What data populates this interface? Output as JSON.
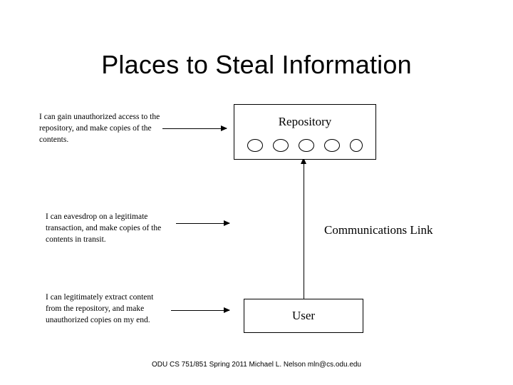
{
  "slide": {
    "title": "Places to Steal Information",
    "footer": "ODU CS 751/851 Spring 2011 Michael L. Nelson mln@cs.odu.edu",
    "notes": [
      "I can gain unauthorized access to the repository, and make copies of the contents.",
      "I can eavesdrop on a legitimate transaction, and make copies of the contents in transit.",
      "I can legitimately extract content from the repository, and make unauthorized copies on my end."
    ],
    "shapes": {
      "repository_label": "Repository",
      "user_label": "User",
      "communications_link_label": "Communications Link",
      "repository_disc_count": 5
    },
    "colors": {
      "background": "#ffffff",
      "ink": "#000000"
    }
  }
}
